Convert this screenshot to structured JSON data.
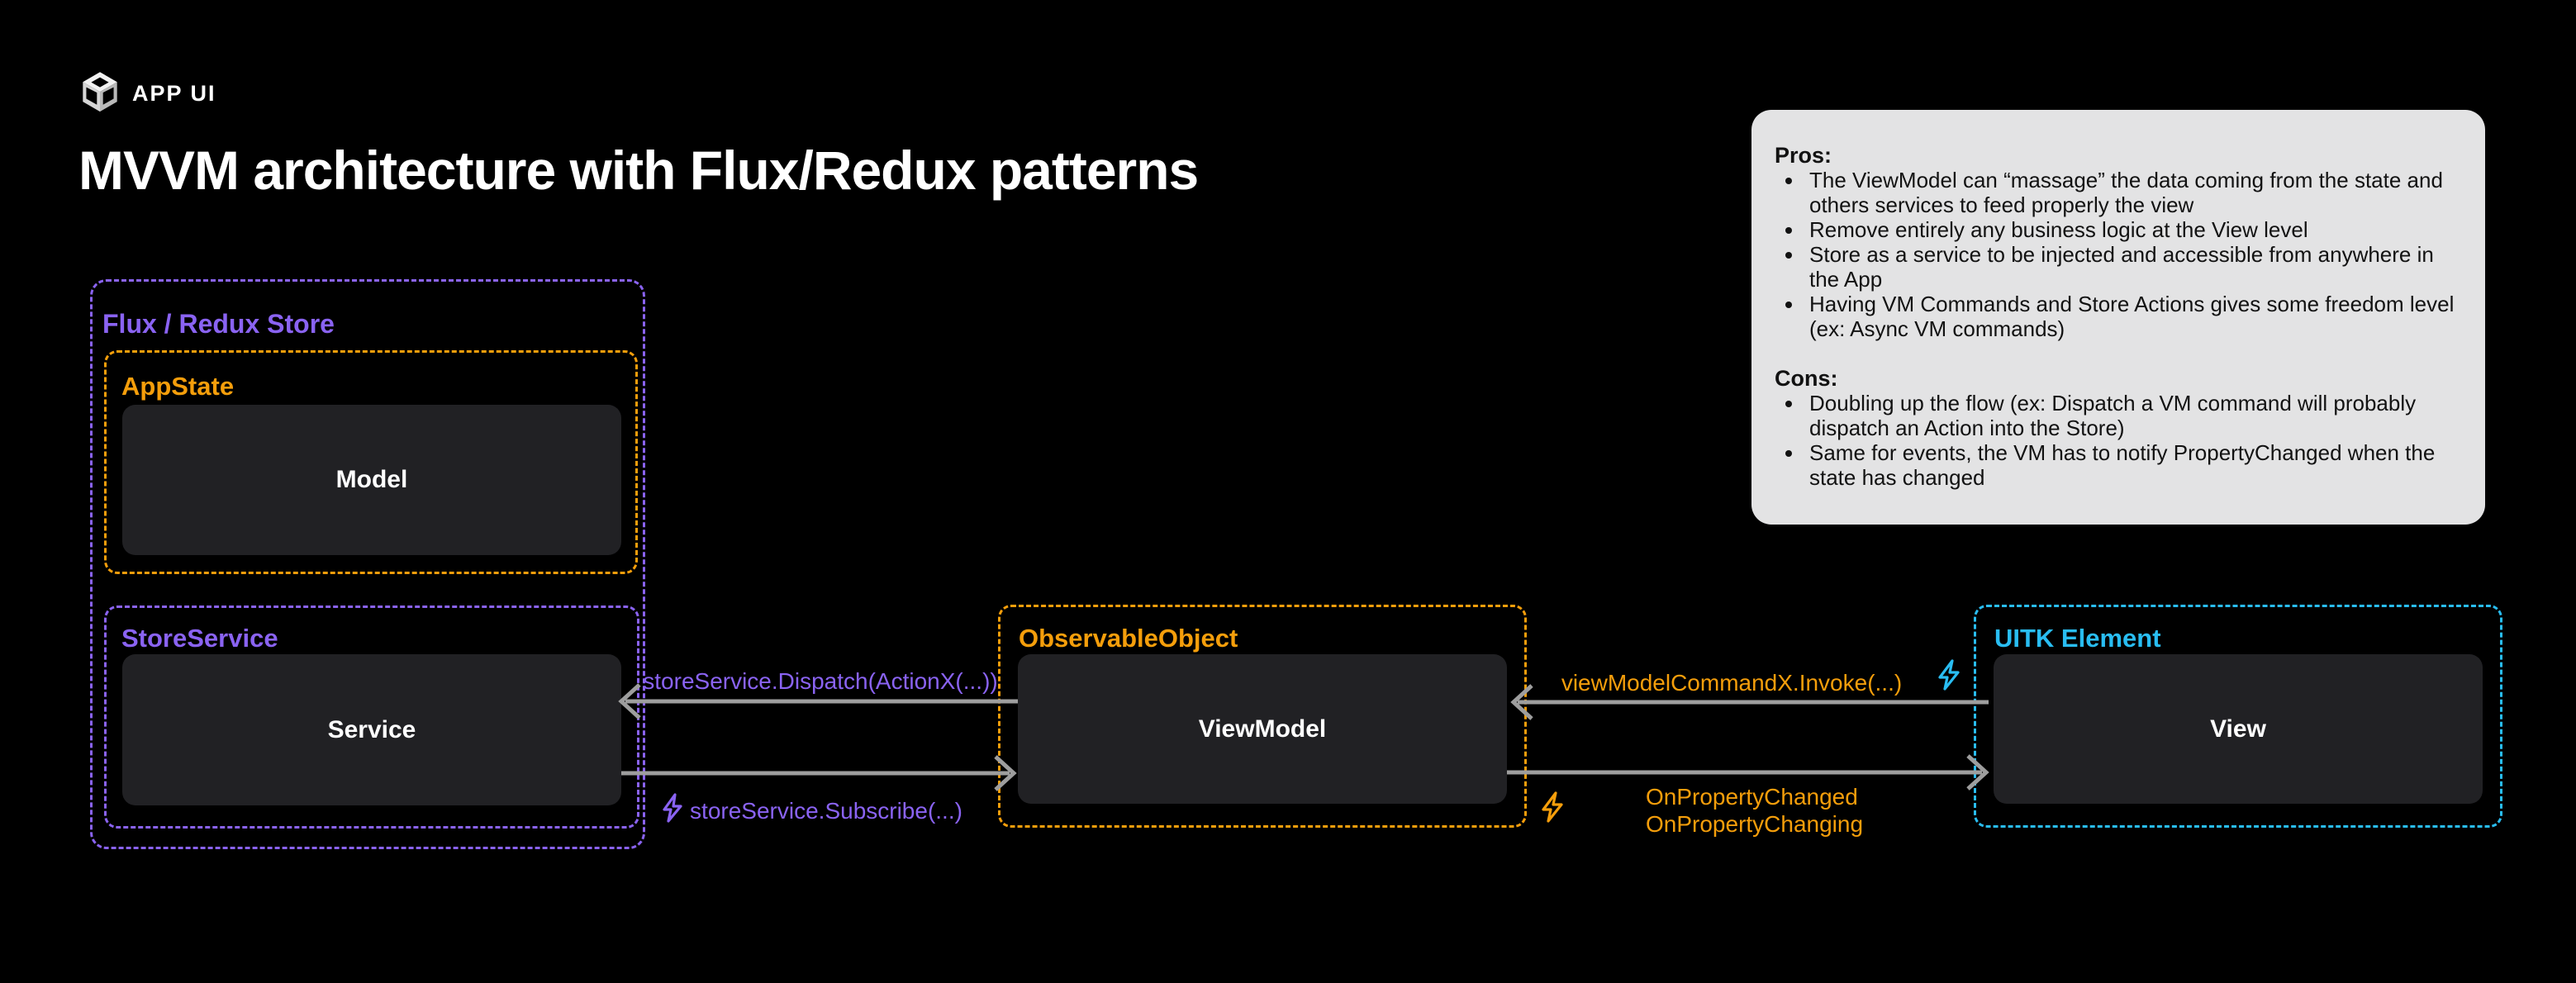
{
  "brand": {
    "logo": "unity-cube",
    "label": "APP UI"
  },
  "title": "MVVM architecture with Flux/Redux patterns",
  "notes_panel": {
    "pros_title": "Pros:",
    "pros": [
      "The ViewModel can “massage” the data coming from the state and others services to feed properly the view",
      "Remove entirely any business logic at the View level",
      "Store as a service to be injected and accessible from anywhere in the App",
      "Having VM Commands and Store Actions gives some freedom level (ex: Async VM commands)"
    ],
    "cons_title": "Cons:",
    "cons": [
      "Doubling up the flow (ex: Dispatch a VM command will probably dispatch an Action into the Store)",
      "Same for events, the VM has to notify PropertyChanged when the state has changed"
    ]
  },
  "diagram": {
    "flux_store_label": "Flux / Redux Store",
    "app_state_label": "AppState",
    "model_label": "Model",
    "store_service_label": "StoreService",
    "service_label": "Service",
    "observable_object_label": "ObservableObject",
    "view_model_label": "ViewModel",
    "uitk_element_label": "UITK Element",
    "view_label": "View",
    "arrows": {
      "dispatch_label": "storeService.Dispatch(ActionX(...))",
      "subscribe_label": "storeService.Subscribe(...)",
      "invoke_label": "viewModelCommandX.Invoke(...)",
      "property_changed_label": "OnPropertyChanged",
      "property_changing_label": "OnPropertyChanging"
    },
    "icons": [
      "lightning-bolt-purple",
      "lightning-bolt-orange",
      "lightning-bolt-cyan"
    ]
  },
  "colors": {
    "purple": "#8A63F2",
    "orange": "#F59E0B",
    "cyan": "#29BDF2",
    "arrow": "#9E9E9E",
    "node_bg": "#212124",
    "panel_bg": "#E3E3E4",
    "panel_text": "#121212",
    "background": "#000000"
  }
}
